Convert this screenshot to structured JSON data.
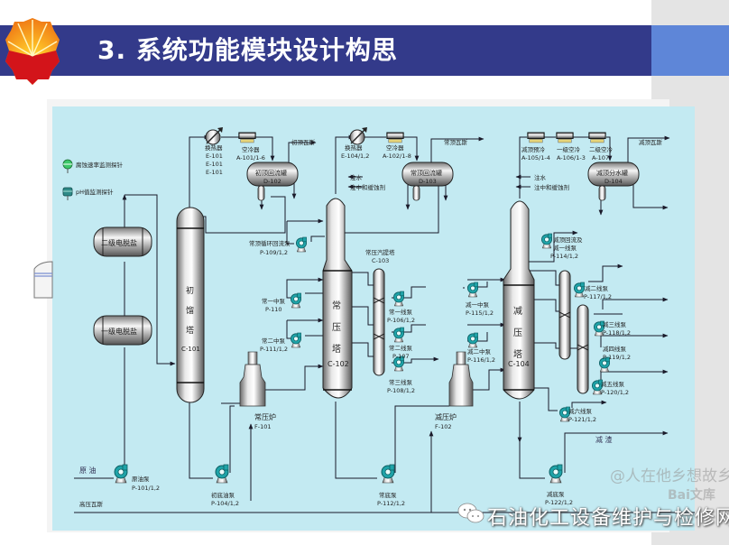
{
  "slide": {
    "title": "3. 系统功能模块设计构思",
    "colors": {
      "title_bar": "#333a8a",
      "title_bar_accent": "#5e86d8",
      "diagram_bg": "#c3eaf2",
      "pump": "#1fa3a8",
      "line": "#1a1a2a"
    }
  },
  "legend": {
    "items": [
      {
        "icon": "green-probe-icon",
        "label": "腐蚀速率监测探针"
      },
      {
        "icon": "ph-probe-icon",
        "label": "pH值监测探针"
      }
    ]
  },
  "vessels": {
    "desalter_2": "二级电脱盐",
    "desalter_1": "一级电脱盐",
    "c101": {
      "name_chars": [
        "初",
        "馏",
        "塔"
      ],
      "id": "C-101"
    },
    "c102": {
      "name_chars": [
        "常",
        "压",
        "塔"
      ],
      "id": "C-102"
    },
    "c103": {
      "name": "常压汽提塔",
      "id": "C-103"
    },
    "c104": {
      "name_chars": [
        "减",
        "压",
        "塔"
      ],
      "id": "C-104"
    },
    "d102": {
      "name": "初顶回流罐",
      "id": "D-102"
    },
    "d103": {
      "name": "常顶回流罐",
      "id": "D-103"
    },
    "d104": {
      "name": "减顶分水罐",
      "id": "D-104"
    },
    "f101": {
      "name": "常压炉",
      "id": "F-101"
    },
    "f102": {
      "name": "减压炉",
      "id": "F-102"
    }
  },
  "exchangers": {
    "e101": {
      "name": "换热器",
      "ids": [
        "E-101",
        "E-101",
        "E-101"
      ]
    },
    "a101": {
      "name": "空冷器",
      "id": "A-101/1-6"
    },
    "e104": {
      "name": "换热器",
      "id": "E-104/1,2"
    },
    "a102": {
      "name": "空冷器",
      "id": "A-102/1-8"
    },
    "a105": {
      "name": "减顶预冷",
      "id": "A-105/1-4"
    },
    "a106": {
      "name": "一级空冷",
      "id": "A-106/1-3"
    },
    "a107": {
      "name": "二级空冷",
      "id": "A-107"
    }
  },
  "pumps": {
    "p101": {
      "name": "原油泵",
      "id": "P-101/1,2"
    },
    "p104": {
      "name": "初底油泵",
      "id": "P-104/1,2"
    },
    "p109": {
      "name": "常顶循环回流泵",
      "id": "P-109/1,2"
    },
    "p110": {
      "name": "常一中泵",
      "id": "P-110"
    },
    "p111": {
      "name": "常二中泵",
      "id": "P-111/1,2"
    },
    "p106": {
      "name": "常一线泵",
      "id": "P-106/1,2"
    },
    "p107": {
      "name": "常二线泵",
      "id": "P-107"
    },
    "p108": {
      "name": "常三线泵",
      "id": "P-108/1,2"
    },
    "p112": {
      "name": "常底泵",
      "id": "P-112/1,2"
    },
    "p114": {
      "name": "减顶回流及减一线泵",
      "line1": "减顶回流及",
      "line2": "减一线泵",
      "id": "P-114/1,2"
    },
    "p115": {
      "name": "减一中泵",
      "id": "P-115/1,2"
    },
    "p116": {
      "name": "减二中泵",
      "id": "P-116/1,2"
    },
    "p117": {
      "name": "减二线泵",
      "id": "P-117/1,2"
    },
    "p118": {
      "name": "减三线泵",
      "id": "P-118/1,2"
    },
    "p119": {
      "name": "减四线泵",
      "id": "P-119/1,2"
    },
    "p120": {
      "name": "减五线泵",
      "id": "P-120/1,2"
    },
    "p121": {
      "name": "减六线泵",
      "id": "P-121/1,2"
    },
    "p122": {
      "name": "减底泵",
      "id": "P-122/1,2"
    }
  },
  "streams": {
    "crude": "原 油",
    "hp_gas": "高压瓦斯",
    "initial_top_gas": "初顶瓦斯",
    "atm_top_gas": "常顶瓦斯",
    "vac_top_gas": "减顶瓦斯",
    "water_1": "注水",
    "neutralizer_1": "注中和缓蚀剂",
    "water_2": "注水",
    "neutralizer_2": "注中和缓蚀剂",
    "vac_residue": "减 渣"
  },
  "watermarks": {
    "author": "@人在他乡想故乡",
    "baidu": "Bai文库",
    "site": "石油化工设备维护与检修网"
  }
}
